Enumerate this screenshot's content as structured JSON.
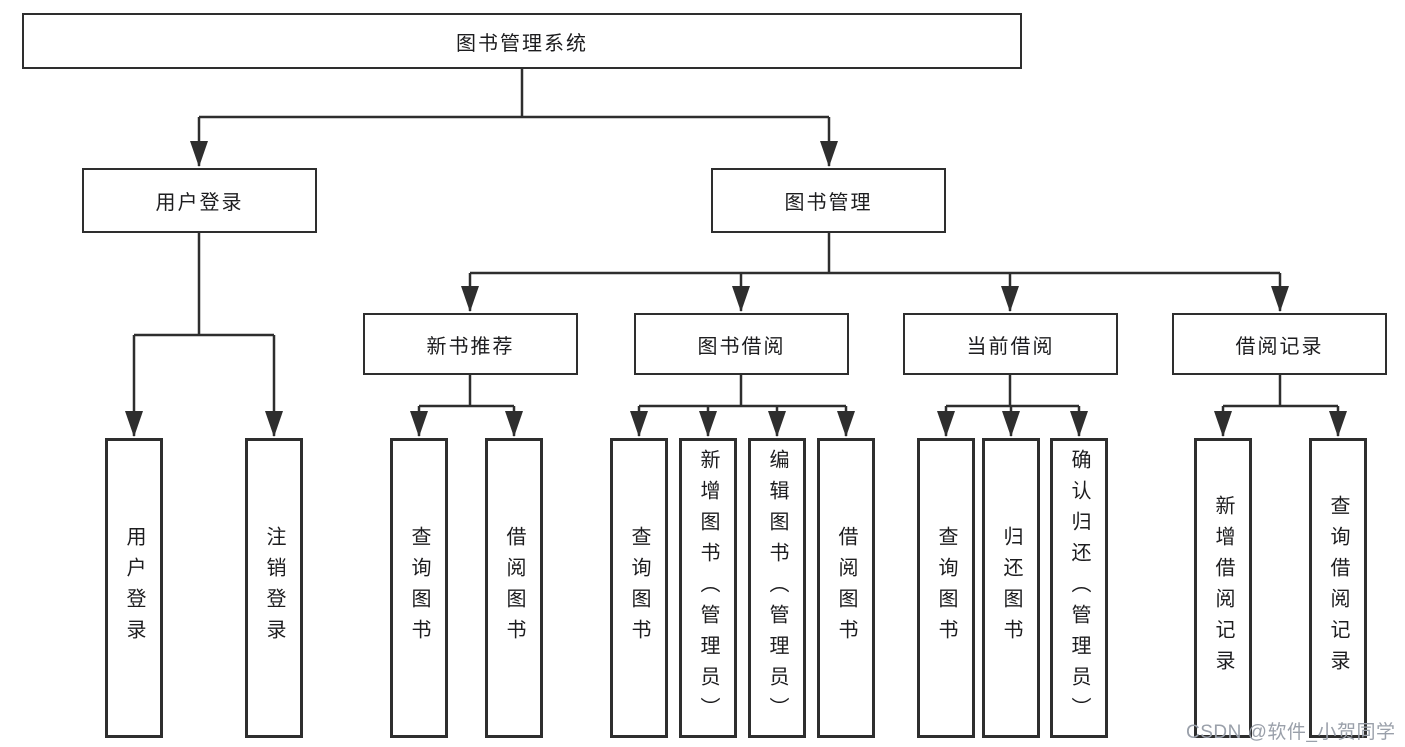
{
  "tree": {
    "root": {
      "label": "图书管理系统"
    },
    "branches": [
      {
        "label": "用户登录",
        "leaves": [
          "用户登录",
          "注销登录"
        ]
      },
      {
        "label": "图书管理",
        "groups": [
          {
            "label": "新书推荐",
            "leaves": [
              "查询图书",
              "借阅图书"
            ]
          },
          {
            "label": "图书借阅",
            "leaves": [
              "查询图书",
              "新增图书（管理员）",
              "编辑图书（管理员）",
              "借阅图书"
            ]
          },
          {
            "label": "当前借阅",
            "leaves": [
              "查询图书",
              "归还图书",
              "确认归还（管理员）"
            ]
          },
          {
            "label": "借阅记录",
            "leaves": [
              "新增借阅记录",
              "查询借阅记录"
            ]
          }
        ]
      }
    ]
  },
  "watermark": {
    "text": "CSDN @软件_小贺同学",
    "color": "#9aa0aa"
  },
  "colors": {
    "line": "#2e2e2e",
    "box_border": "#2e2e2e",
    "text": "#1d1d1f",
    "background": "#ffffff"
  }
}
